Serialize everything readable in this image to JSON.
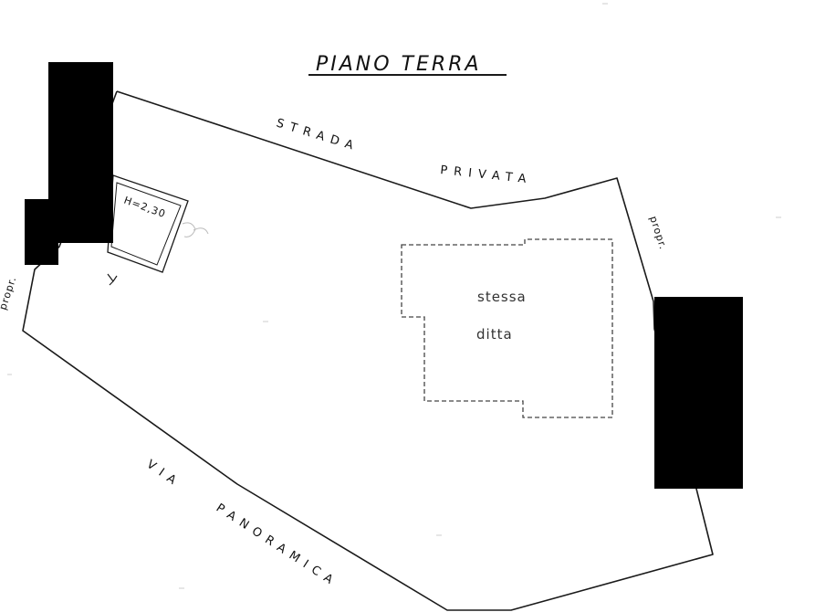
{
  "title": "PIANO TERRA",
  "labels": {
    "strada": "STRADA",
    "privata": "PRIVATA",
    "via": "VIA",
    "panoramica": "PANORAMICA",
    "propr_right": "propr.",
    "propr_left": "propr.",
    "height_note": "H=2,30",
    "stessa": "stessa",
    "ditta": "ditta"
  },
  "colors": {
    "line": "#1a1a1a",
    "redaction": "#000000",
    "background": "#ffffff"
  }
}
